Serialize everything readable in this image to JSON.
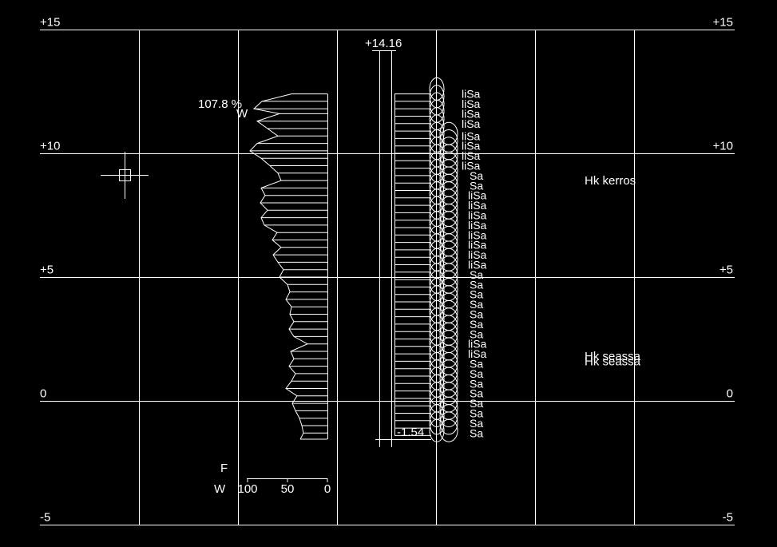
{
  "canvas": {
    "background": "#000000",
    "line_color": "#ffffff"
  },
  "elevation_axis": {
    "ticks": [
      {
        "value": 15,
        "label": "+15"
      },
      {
        "value": 10,
        "label": "+10"
      },
      {
        "value": 5,
        "label": "+5"
      },
      {
        "value": 0,
        "label": "0"
      },
      {
        "value": -5,
        "label": "-5"
      }
    ]
  },
  "moisture_profile": {
    "max_label": "107.8 %",
    "marker_label": "W",
    "scale_title_top": "F",
    "scale_title_bottom": "W",
    "scale_ticks": [
      {
        "value": 100,
        "label": "100"
      },
      {
        "value": 50,
        "label": "50"
      },
      {
        "value": 0,
        "label": "0"
      }
    ],
    "samples": [
      {
        "elev": 12.4,
        "w": 45
      },
      {
        "elev": 12.1,
        "w": 82
      },
      {
        "elev": 11.8,
        "w": 92
      },
      {
        "elev": 11.6,
        "w": 60
      },
      {
        "elev": 11.3,
        "w": 88
      },
      {
        "elev": 11.0,
        "w": 75
      },
      {
        "elev": 10.7,
        "w": 62
      },
      {
        "elev": 10.4,
        "w": 88
      },
      {
        "elev": 10.1,
        "w": 97
      },
      {
        "elev": 9.8,
        "w": 83
      },
      {
        "elev": 9.5,
        "w": 72
      },
      {
        "elev": 9.2,
        "w": 62
      },
      {
        "elev": 8.9,
        "w": 58
      },
      {
        "elev": 8.6,
        "w": 83
      },
      {
        "elev": 8.3,
        "w": 78
      },
      {
        "elev": 8.0,
        "w": 84
      },
      {
        "elev": 7.7,
        "w": 75
      },
      {
        "elev": 7.4,
        "w": 83
      },
      {
        "elev": 7.1,
        "w": 79
      },
      {
        "elev": 6.8,
        "w": 63
      },
      {
        "elev": 6.5,
        "w": 69
      },
      {
        "elev": 6.2,
        "w": 58
      },
      {
        "elev": 5.9,
        "w": 68
      },
      {
        "elev": 5.6,
        "w": 62
      },
      {
        "elev": 5.3,
        "w": 55
      },
      {
        "elev": 5.0,
        "w": 60
      },
      {
        "elev": 4.7,
        "w": 50
      },
      {
        "elev": 4.4,
        "w": 47
      },
      {
        "elev": 4.1,
        "w": 52
      },
      {
        "elev": 3.8,
        "w": 45
      },
      {
        "elev": 3.5,
        "w": 47
      },
      {
        "elev": 3.2,
        "w": 42
      },
      {
        "elev": 2.9,
        "w": 48
      },
      {
        "elev": 2.6,
        "w": 42
      },
      {
        "elev": 2.3,
        "w": 25
      },
      {
        "elev": 2.0,
        "w": 46
      },
      {
        "elev": 1.7,
        "w": 42
      },
      {
        "elev": 1.4,
        "w": 48
      },
      {
        "elev": 1.1,
        "w": 40
      },
      {
        "elev": 0.8,
        "w": 45
      },
      {
        "elev": 0.5,
        "w": 52
      },
      {
        "elev": 0.2,
        "w": 38
      },
      {
        "elev": -0.1,
        "w": 44
      },
      {
        "elev": -0.4,
        "w": 40
      },
      {
        "elev": -0.7,
        "w": 35
      },
      {
        "elev": -1.0,
        "w": 32
      },
      {
        "elev": -1.3,
        "w": 30
      },
      {
        "elev": -1.55,
        "w": 34
      }
    ]
  },
  "borehole": {
    "top_label": "+14.16",
    "bottom_label": "-1.54",
    "top_elev": 14.16,
    "bottom_elev": -1.54,
    "sample_top": 12.4,
    "sample_bottom": -1.4
  },
  "soil_log": {
    "labels": [
      {
        "elev": 12.4,
        "text": "liSa"
      },
      {
        "elev": 12.0,
        "text": "liSa"
      },
      {
        "elev": 11.6,
        "text": "liSa"
      },
      {
        "elev": 11.2,
        "text": "liSa"
      },
      {
        "elev": 10.7,
        "text": "liSa"
      },
      {
        "elev": 10.3,
        "text": "liSa"
      },
      {
        "elev": 9.9,
        "text": "liSa"
      },
      {
        "elev": 9.5,
        "text": "liSa"
      },
      {
        "elev": 9.1,
        "text": "Sa"
      },
      {
        "elev": 8.7,
        "text": "Sa"
      },
      {
        "elev": 8.3,
        "text": "liSa"
      },
      {
        "elev": 7.9,
        "text": "liSa"
      },
      {
        "elev": 7.5,
        "text": "liSa"
      },
      {
        "elev": 7.1,
        "text": "liSa"
      },
      {
        "elev": 6.7,
        "text": "liSa"
      },
      {
        "elev": 6.3,
        "text": "liSa"
      },
      {
        "elev": 5.9,
        "text": "liSa"
      },
      {
        "elev": 5.5,
        "text": "liSa"
      },
      {
        "elev": 5.1,
        "text": "Sa"
      },
      {
        "elev": 4.7,
        "text": "Sa"
      },
      {
        "elev": 4.3,
        "text": "Sa"
      },
      {
        "elev": 3.9,
        "text": "Sa"
      },
      {
        "elev": 3.5,
        "text": "Sa"
      },
      {
        "elev": 3.1,
        "text": "Sa"
      },
      {
        "elev": 2.7,
        "text": "Sa"
      },
      {
        "elev": 2.3,
        "text": "liSa"
      },
      {
        "elev": 1.9,
        "text": "liSa"
      },
      {
        "elev": 1.5,
        "text": "Sa"
      },
      {
        "elev": 1.1,
        "text": "Sa"
      },
      {
        "elev": 0.7,
        "text": "Sa"
      },
      {
        "elev": 0.3,
        "text": "Sa"
      },
      {
        "elev": -0.1,
        "text": "Sa"
      },
      {
        "elev": -0.5,
        "text": "Sa"
      },
      {
        "elev": -0.9,
        "text": "Sa"
      },
      {
        "elev": -1.3,
        "text": "Sa"
      }
    ]
  },
  "annotations": [
    {
      "text": "Hk kerros",
      "elev": 8.9
    },
    {
      "text": "Hk seassa",
      "elev": 1.8
    },
    {
      "text": "Hk seassa",
      "elev": 1.6
    }
  ],
  "cursor": {
    "icon": "crosshair-cursor-icon"
  }
}
